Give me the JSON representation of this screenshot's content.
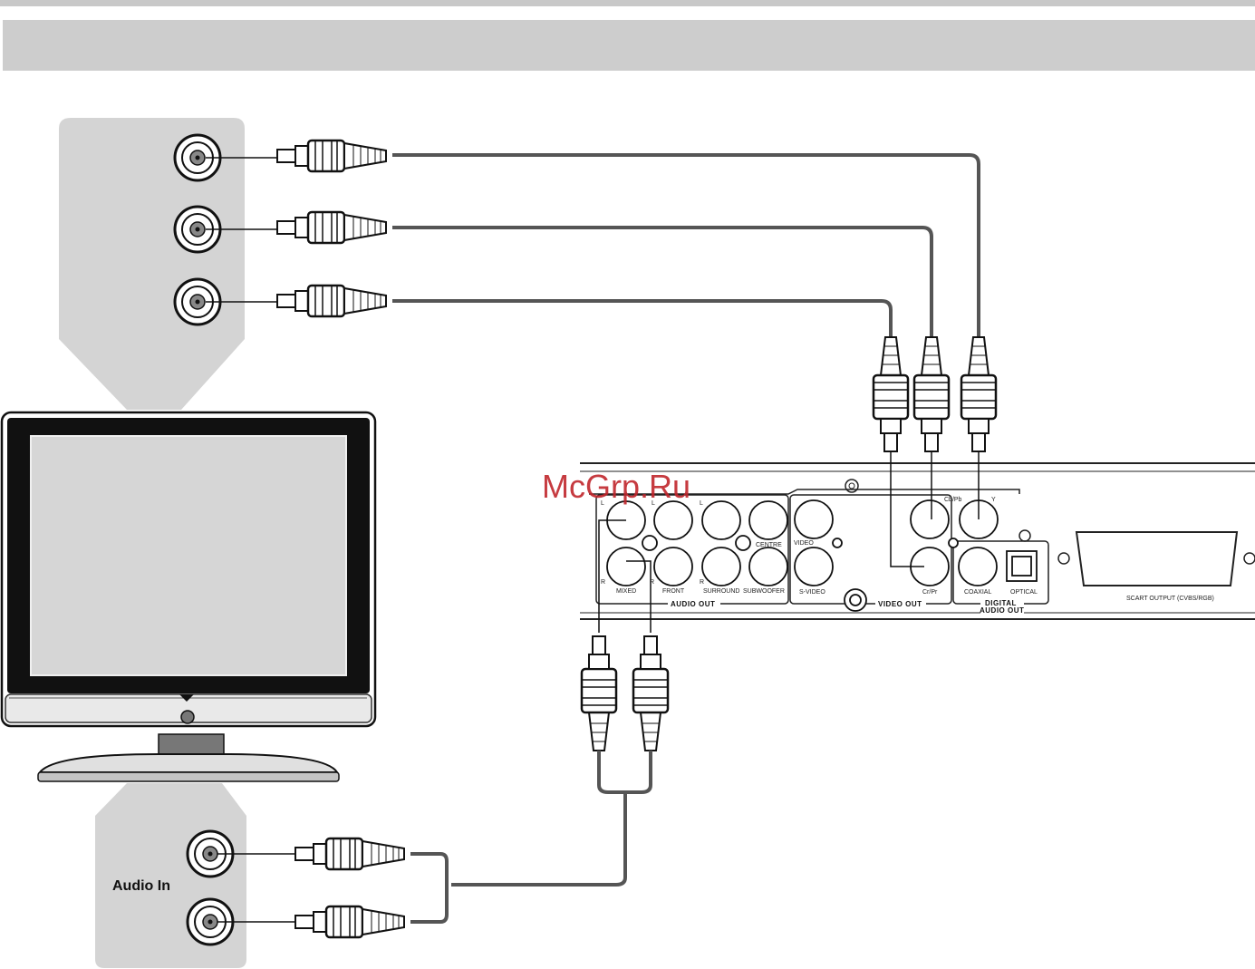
{
  "watermark": "McGrp.Ru",
  "tv_audio_panel": {
    "label": "Audio In"
  },
  "dvd_panel": {
    "audio_out": {
      "group_label": "AUDIO OUT",
      "ch_left": "L",
      "ch_right": "R",
      "mixed": "MIXED",
      "front": "FRONT",
      "surround": "SURROUND",
      "centre": "CENTRE",
      "subwoofer": "SUBWOOFER"
    },
    "video": {
      "video": "VIDEO",
      "s_video": "S-VIDEO",
      "cb_pb": "Cb/Pb",
      "y": "Y",
      "cr_pr": "Cr/Pr",
      "group_label": "VIDEO OUT"
    },
    "digital": {
      "coaxial": "COAXIAL",
      "optical": "OPTICAL",
      "group_label_1": "DIGITAL",
      "group_label_2": "AUDIO OUT"
    },
    "scart": {
      "label": "SCART OUTPUT (CVBS/RGB)"
    }
  },
  "colors": {
    "header": "#cdcdcd",
    "panel": "#d4d4d4",
    "cable": "#555555",
    "watermark": "#c0262c"
  }
}
